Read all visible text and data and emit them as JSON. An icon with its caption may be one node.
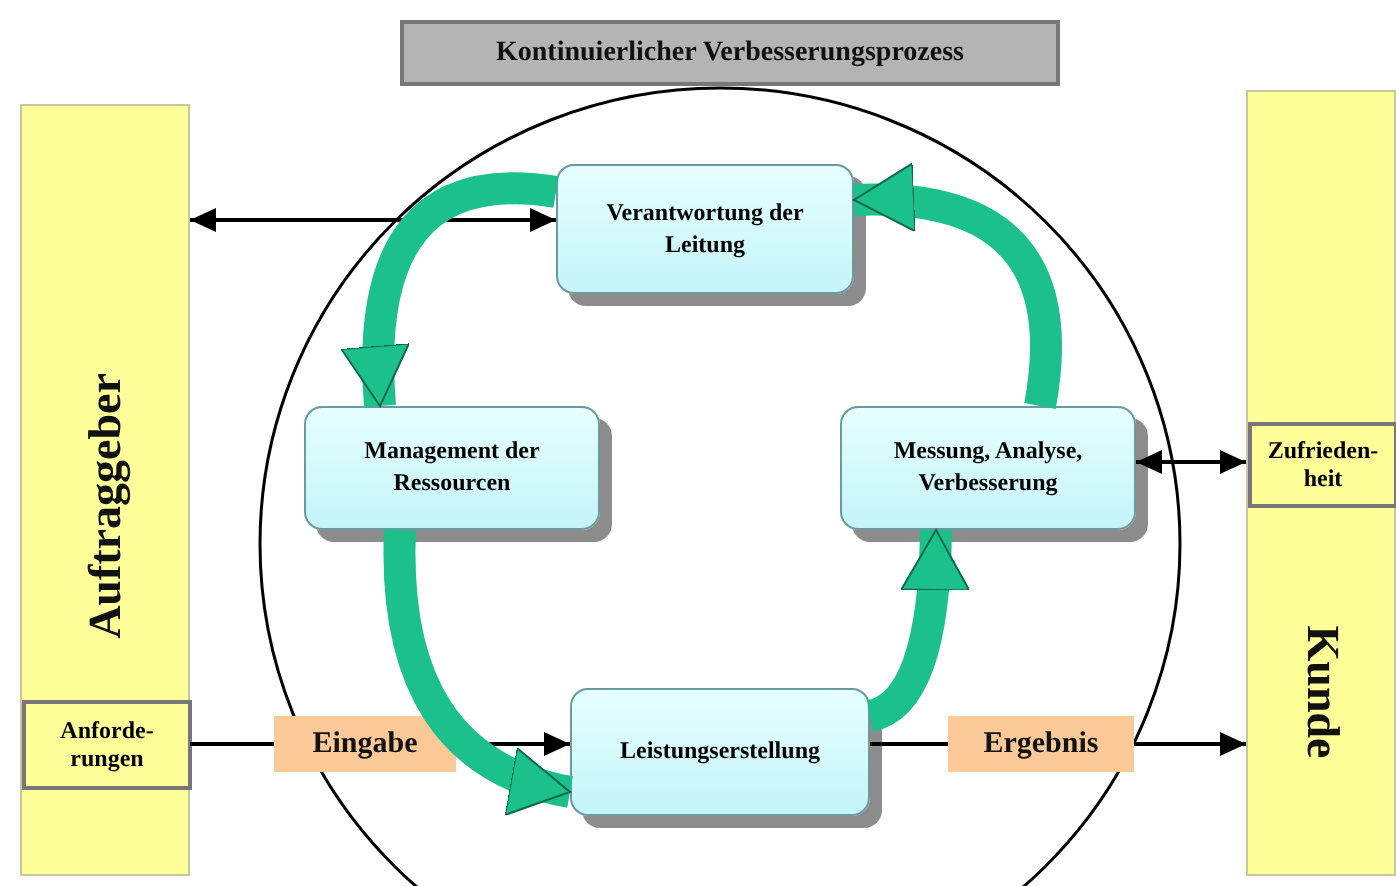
{
  "diagram": {
    "nodes": [
      {
        "text": [
          "Kontinuierlicher Verbesserungsprozess"
        ]
      },
      {
        "text": [
          "Auftraggeber"
        ]
      },
      {
        "text": [
          "Anforde- rungen"
        ],
        "in": 1
      },
      {
        "text": [
          "Verantwortung der Leitung"
        ]
      },
      {
        "text": [
          "Management der Ressourcen"
        ]
      },
      {
        "text": [
          "Messung, Analyse, Verbesserung"
        ]
      },
      {
        "text": [
          "Leistungserstellung"
        ]
      },
      {
        "text": [
          "Kunde"
        ]
      },
      {
        "text": [
          "Zufrieden- heit"
        ],
        "in": 7
      },
      {
        "text": [
          "Eingabe"
        ]
      },
      {
        "text": [
          "Ergebnis"
        ]
      }
    ],
    "edges": [
      {
        "from": 1,
        "to": 3,
        "arrow": "both"
      },
      {
        "from": 5,
        "to": 8,
        "arrow": "both"
      },
      {
        "from": 2,
        "to": 9,
        "arrow": "none"
      },
      {
        "from": 9,
        "to": 6,
        "arrow": "to"
      },
      {
        "from": 6,
        "to": 10,
        "arrow": "none"
      },
      {
        "from": 10,
        "to": 7,
        "arrow": "to"
      },
      {
        "from": 3,
        "to": 4,
        "arrow": "to",
        "style": "thick",
        "color": "#1cc08c"
      },
      {
        "from": 4,
        "to": 6,
        "arrow": "to",
        "style": "thick",
        "color": "#1cc08c"
      },
      {
        "from": 6,
        "to": 5,
        "arrow": "to",
        "style": "thick",
        "color": "#1cc08c"
      },
      {
        "from": 5,
        "to": 3,
        "arrow": "to",
        "style": "thick",
        "color": "#1cc08c"
      }
    ]
  }
}
